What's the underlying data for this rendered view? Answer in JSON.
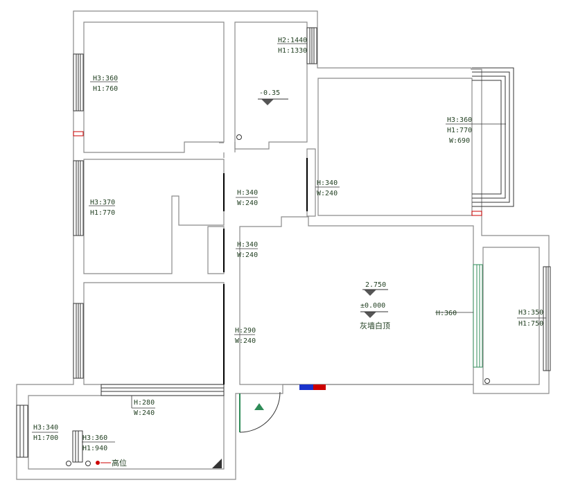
{
  "labels": {
    "kitchen_window_h2": "H2:1440",
    "kitchen_window_h1": "H1:1330",
    "kitchen_level": "-0.35",
    "bedroom1_h3": "H3:360",
    "bedroom1_h1": "H1:760",
    "master_h3": "H3:360",
    "master_h1": "H1:770",
    "master_w": "W:690",
    "bedroom2_h3": "H3:370",
    "bedroom2_h1": "H1:770",
    "door1_h": "H:340",
    "door1_w": "W:240",
    "door2_h": "H:340",
    "door2_w": "W:240",
    "master_door_h": "H:340",
    "master_door_w": "W:240",
    "living_ceiling": "2.750",
    "living_floor": "±0.000",
    "living_note": "灰墙白顶",
    "balcony_door_h": "H:360",
    "balcony_win_h3": "H3:350",
    "balcony_win_h1": "H1:750",
    "bedroom3_door_h": "H:290",
    "bedroom3_door_w": "W:240",
    "bath_door_h": "H:280",
    "bath_door_w": "W:240",
    "bath_win1_h3": "H3:340",
    "bath_win1_h1": "H1:700",
    "bath_win2_h3": "H3:360",
    "bath_win2_h1": "H1:940",
    "fixture_label": "高位"
  },
  "colors": {
    "wall": "#8a8a8a",
    "text": "#1f3d1f",
    "red_mark": "#cc0000",
    "blue_mark": "#1a33cc",
    "teal_glass": "#2e8b57"
  }
}
